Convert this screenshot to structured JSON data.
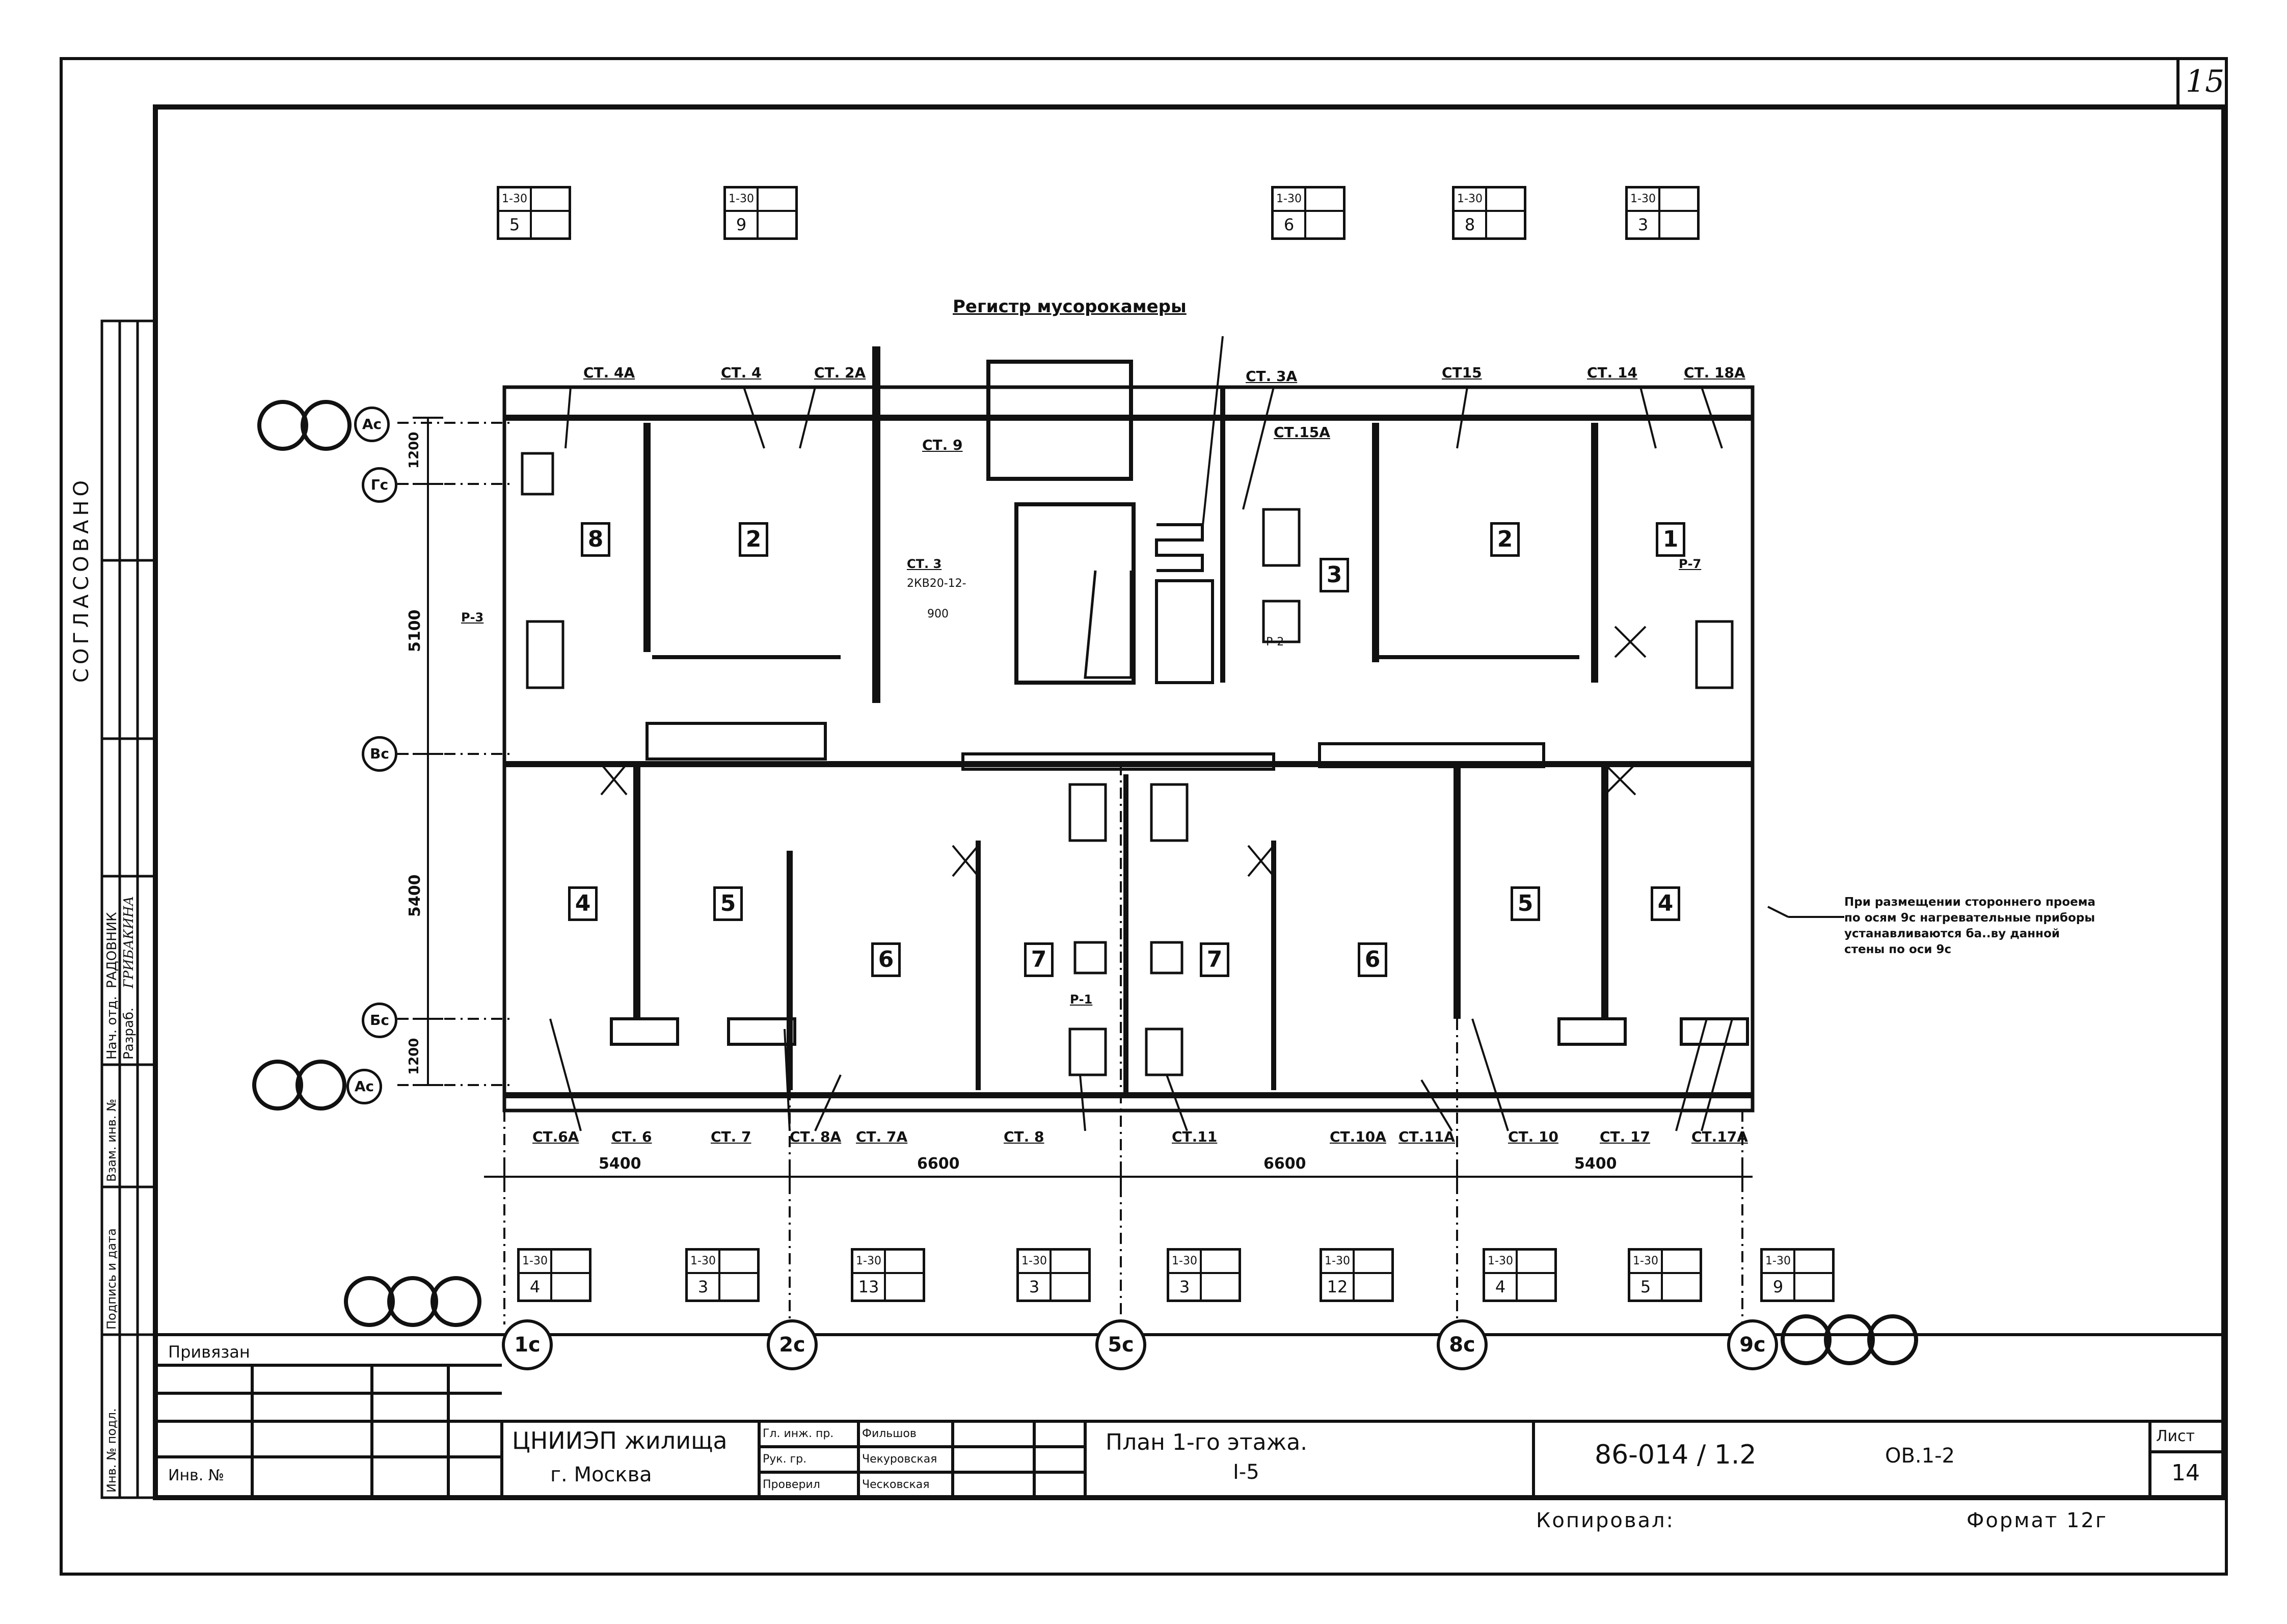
{
  "sheet_corner_number": "15",
  "title_top": "Регистр мусорокамеры",
  "tags_top": [
    "СТ. 4А",
    "СТ. 4",
    "СТ. 2А",
    "СТ. 9",
    "СТ. 3А",
    "СТ.15А",
    "СТ15",
    "СТ. 14",
    "СТ. 18А"
  ],
  "tags_bottom": [
    "СТ.6А",
    "СТ. 6",
    "СТ. 7",
    "СТ. 8А",
    "СТ. 7А",
    "СТ. 8",
    "СТ.11",
    "СТ.10А",
    "СТ.11А",
    "СТ. 10",
    "СТ. 17",
    "СТ.17А"
  ],
  "tags_misc": [
    "СТ. 3",
    "Р-3",
    "Р-7",
    "Р-2",
    "Р-1",
    "2КВ20-12-",
    "900"
  ],
  "rooms": [
    "8",
    "2",
    "3",
    "2",
    "1",
    "4",
    "5",
    "6",
    "7",
    "7",
    "6",
    "5",
    "4"
  ],
  "axes_left": [
    "Ас",
    "Гс",
    "Вс",
    "Бс",
    "Ас"
  ],
  "axes_bottom": [
    "1с",
    "2с",
    "5с",
    "8с",
    "9с"
  ],
  "dims_vertical": [
    "1200",
    "5100",
    "5400",
    "1200"
  ],
  "dims_horizontal": [
    "5400",
    "6600",
    "6600",
    "5400"
  ],
  "stamps_top": [
    {
      "a": "1-30",
      "b": "5"
    },
    {
      "a": "1-30",
      "b": "9"
    },
    {
      "a": "1-30",
      "b": "6"
    },
    {
      "a": "1-30",
      "b": "8"
    },
    {
      "a": "1-30",
      "b": "3"
    }
  ],
  "stamps_bottom": [
    {
      "a": "1-30",
      "b": "4"
    },
    {
      "a": "1-30",
      "b": "3"
    },
    {
      "a": "1-30",
      "b": "13"
    },
    {
      "a": "1-30",
      "b": "3"
    },
    {
      "a": "1-30",
      "b": "3"
    },
    {
      "a": "1-30",
      "b": "12"
    },
    {
      "a": "1-30",
      "b": "4"
    },
    {
      "a": "1-30",
      "b": "5"
    },
    {
      "a": "1-30",
      "b": "9"
    }
  ],
  "note": [
    "При размещении стороннего проема",
    "по осям 9с нагревательные приборы",
    "устанавливаются ба..ву данной",
    "стены по оси 9с"
  ],
  "left_strip": {
    "agreed": "СОГЛАСОВАНО",
    "chief": "Нач. отд.",
    "chief_name": "РАДОВНИК",
    "dev": "Разраб.",
    "dev_name": "ГРИБАКИНА",
    "col1": "Взам. инв. №",
    "col2": "Подпись и дата",
    "col3": "Инв. № подл."
  },
  "title_block": {
    "attached": "Привязан",
    "inv_no": "Инв. №",
    "org_line1": "ЦНИИЭП жилища",
    "org_line2": "г. Москва",
    "roles": [
      "Гл. инж. пр.",
      "Рук. гр.",
      "Проверил"
    ],
    "names": [
      "Фильшов",
      "Чекуровская",
      "Ческовская"
    ],
    "drawing_title_1": "План 1-го этажа.",
    "drawing_title_2": "I-5",
    "code": "86-014 / 1.2",
    "code_suffix": "ОВ.1-2",
    "sheet_label": "Лист",
    "sheet_number": "14"
  },
  "copied": "Копировал:",
  "format": "Формат 12г"
}
